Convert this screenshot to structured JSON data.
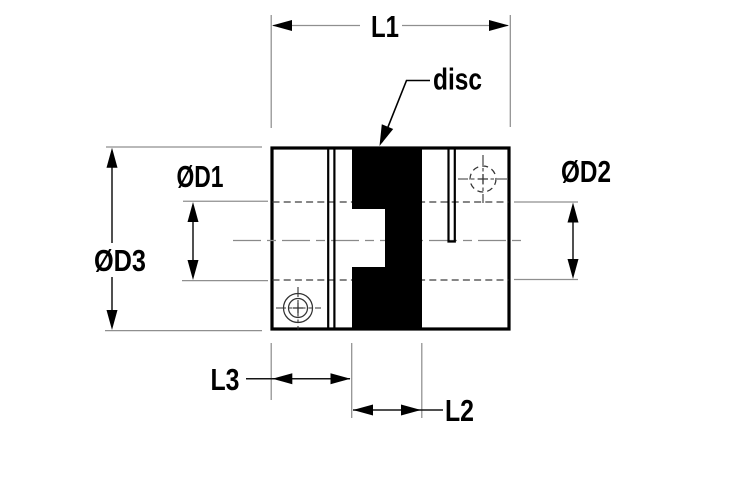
{
  "diagram": {
    "labels": {
      "l1": "L1",
      "disc": "disc",
      "d1": "ØD1",
      "d2": "ØD2",
      "d3": "ØD3",
      "l3": "L3",
      "l2": "L2"
    },
    "colors": {
      "background": "#ffffff",
      "line": "#000000",
      "thin_line": "#8f8f8f",
      "disc_fill": "#000000"
    }
  }
}
